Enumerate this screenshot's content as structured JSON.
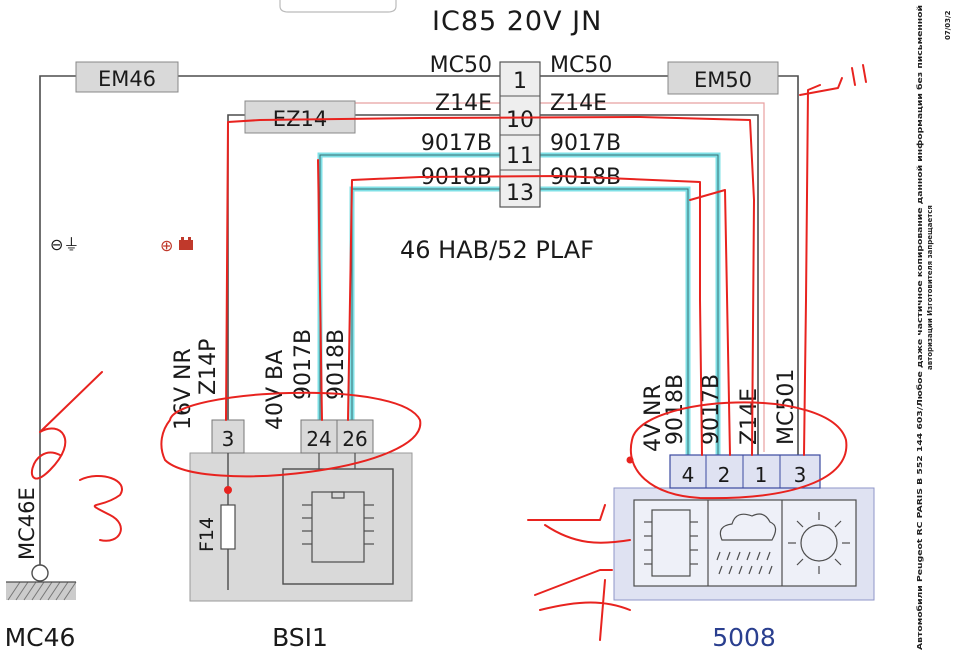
{
  "title": "IC85 20V JN",
  "connectors": {
    "em46": "EM46",
    "ez14": "EZ14",
    "em50": "EM50"
  },
  "junction_pins": [
    "1",
    "10",
    "11",
    "13"
  ],
  "wires": {
    "left": [
      "MC50",
      "Z14E",
      "9017B",
      "9018B"
    ],
    "right": [
      "MC50",
      "Z14E",
      "9017B",
      "9018B"
    ]
  },
  "harness_label": "46 HAB/52 PLAF",
  "symbols": {
    "ground": "⊖⏚",
    "battery": "⊕"
  },
  "bsi": {
    "name": "BSI1",
    "fuse": "F14",
    "connector_labels": {
      "c16": "16V NR",
      "c40": "40V BA"
    },
    "wire_labels": [
      "Z14P",
      "9017B",
      "9018B"
    ],
    "pins": [
      "3",
      "24",
      "26"
    ]
  },
  "module_5008": {
    "name": "5008",
    "connector_label": "4V NR",
    "wire_labels": [
      "9018B",
      "9017B",
      "Z14E",
      "MC501"
    ],
    "pins": [
      "4",
      "2",
      "1",
      "3"
    ]
  },
  "ground_point": {
    "name": "MC46",
    "wire_label": "MC46E"
  },
  "side_text": {
    "line1": "Автомобили Peugeot RC PARIS B 552 144 603/Любое даже частичное копирование данной информации без письменной",
    "line2": "авторизации Изготовителя запрещается",
    "date": "07/03/2"
  },
  "colors": {
    "wire": "#4d4d4d",
    "cyan_wire": "#7fe0e6",
    "pink_wire": "#e8a0a0",
    "annotation": "#e8231f",
    "module_fill": "#d9d9d9",
    "module_5008_fill": "#dfe2f2",
    "blue_text": "#2a3f8f"
  }
}
